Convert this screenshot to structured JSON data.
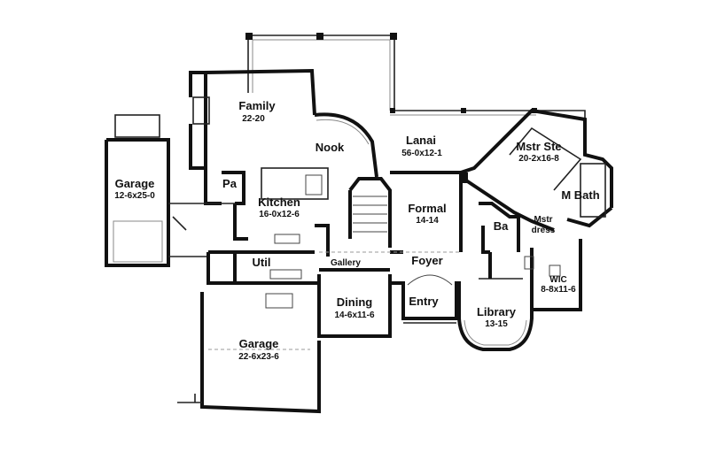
{
  "rooms": {
    "family": {
      "name": "Family",
      "dims": "22-20"
    },
    "nook": {
      "name": "Nook",
      "dims": ""
    },
    "lanai": {
      "name": "Lanai",
      "dims": "56-0x12-1"
    },
    "mstr_ste": {
      "name": "Mstr Ste",
      "dims": "20-2x16-8"
    },
    "garage_left": {
      "name": "Garage",
      "dims": "12-6x25-0"
    },
    "pantry": {
      "name": "Pa",
      "dims": ""
    },
    "kitchen": {
      "name": "Kitchen",
      "dims": "16-0x12-6"
    },
    "formal": {
      "name": "Formal",
      "dims": "14-14"
    },
    "m_bath": {
      "name": "M Bath",
      "dims": ""
    },
    "bath": {
      "name": "Ba",
      "dims": ""
    },
    "mstr_dress": {
      "name": "Mstr",
      "dims": "dress"
    },
    "util": {
      "name": "Util",
      "dims": ""
    },
    "gallery": {
      "name": "Gallery",
      "dims": ""
    },
    "foyer": {
      "name": "Foyer",
      "dims": ""
    },
    "wic": {
      "name": "WIC",
      "dims": "8-8x11-6"
    },
    "dining": {
      "name": "Dining",
      "dims": "14-6x11-6"
    },
    "entry": {
      "name": "Entry",
      "dims": ""
    },
    "library": {
      "name": "Library",
      "dims": "13-15"
    },
    "garage_main": {
      "name": "Garage",
      "dims": "22-6x23-6"
    }
  }
}
